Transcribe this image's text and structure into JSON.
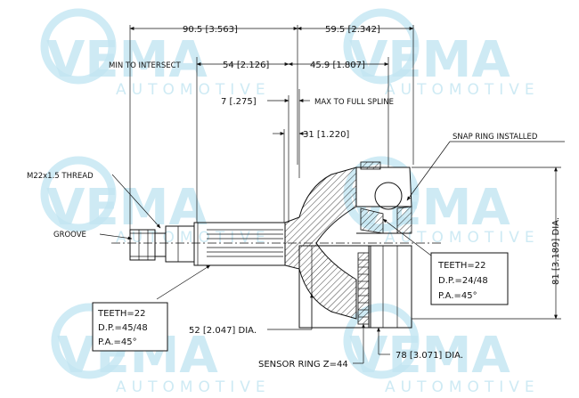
{
  "watermark": {
    "brand": "VEMA",
    "subtitle": "AUTOMOTIVE",
    "color": "#c3e6f2"
  },
  "dimensions": {
    "overall_left": "90.5 [3.563]",
    "overall_right": "59.5 [2.342]",
    "min_to_intersect_label": "MIN TO INTERSECT",
    "min_to_intersect_value": "54 [2.126]",
    "dim_45_9": "45.9 [1.807]",
    "dim_7": "7 [.275]",
    "max_to_full_spline": "MAX TO FULL SPLINE",
    "dim_31": "31 [1.220]",
    "snap_ring": "SNAP RING INSTALLED",
    "thread": "M22x1.5 THREAD",
    "groove": "GROOVE",
    "height_dia": "81 [3.189] DIA.",
    "shaft_dia": "52 [2.047] DIA.",
    "bell_dia": "78 [3.071] DIA.",
    "sensor_ring": "SENSOR RING Z=44"
  },
  "spec_outer": {
    "teeth": "TEETH=22",
    "dp": "D.P.=45/48",
    "pa": "P.A.=45°"
  },
  "spec_inner": {
    "teeth": "TEETH=22",
    "dp": "D.P.=24/48",
    "pa": "P.A.=45°"
  }
}
